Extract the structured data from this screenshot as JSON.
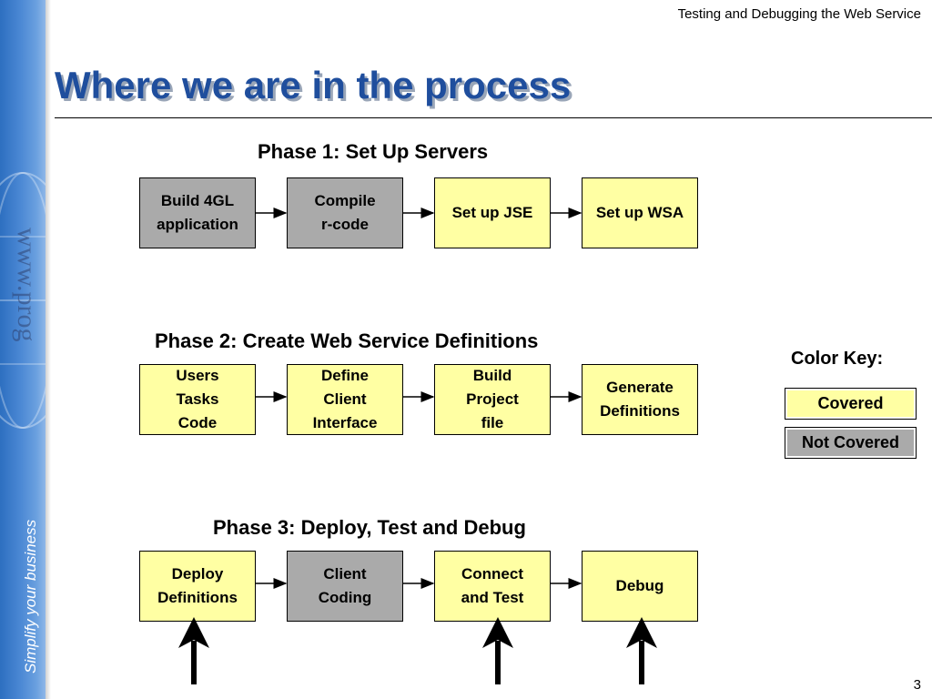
{
  "header": {
    "text": "Testing and Debugging the Web Service"
  },
  "title": "Where we are in the process",
  "sidebar": {
    "tagline": "Simplify your business"
  },
  "phases": [
    {
      "title": "Phase 1: Set Up Servers",
      "steps": [
        {
          "label": "Build 4GL\napplication",
          "status": "not-covered"
        },
        {
          "label": "Compile\nr-code",
          "status": "not-covered"
        },
        {
          "label": "Set up JSE",
          "status": "covered"
        },
        {
          "label": "Set up WSA",
          "status": "covered"
        }
      ]
    },
    {
      "title": "Phase 2: Create Web Service Definitions",
      "steps": [
        {
          "label": "Users\nTasks\nCode",
          "status": "covered"
        },
        {
          "label": "Define\nClient\nInterface",
          "status": "covered"
        },
        {
          "label": "Build\nProject\nfile",
          "status": "covered"
        },
        {
          "label": "Generate\nDefinitions",
          "status": "covered"
        }
      ]
    },
    {
      "title": "Phase 3: Deploy, Test and Debug",
      "steps": [
        {
          "label": "Deploy\nDefinitions",
          "status": "covered"
        },
        {
          "label": "Client\nCoding",
          "status": "not-covered"
        },
        {
          "label": "Connect\nand Test",
          "status": "covered"
        },
        {
          "label": "Debug",
          "status": "covered"
        }
      ]
    }
  ],
  "color_key": {
    "title": "Color Key:",
    "covered_label": "Covered",
    "not_covered_label": "Not Covered",
    "covered_color": "#ffffa3",
    "not_covered_color": "#aaaaaa"
  },
  "page_number": "3"
}
